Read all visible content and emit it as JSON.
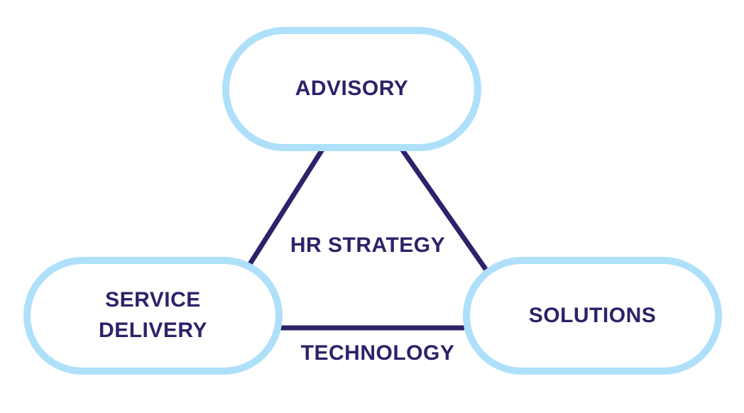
{
  "diagram": {
    "nodes": [
      {
        "id": "advisory",
        "label": "ADVISORY"
      },
      {
        "id": "service-delivery",
        "label": "SERVICE DELIVERY"
      },
      {
        "id": "solutions",
        "label": "SOLUTIONS"
      }
    ],
    "edges": [
      {
        "from": "advisory",
        "to": "service-delivery"
      },
      {
        "from": "advisory",
        "to": "solutions"
      },
      {
        "from": "service-delivery",
        "to": "solutions"
      }
    ],
    "labels": {
      "center": "HR STRATEGY",
      "bottom": "TECHNOLOGY"
    },
    "colors": {
      "node_border": "#AEE0FA",
      "text": "#2D2269",
      "line": "#2D2269",
      "background": "#FFFFFF"
    }
  }
}
